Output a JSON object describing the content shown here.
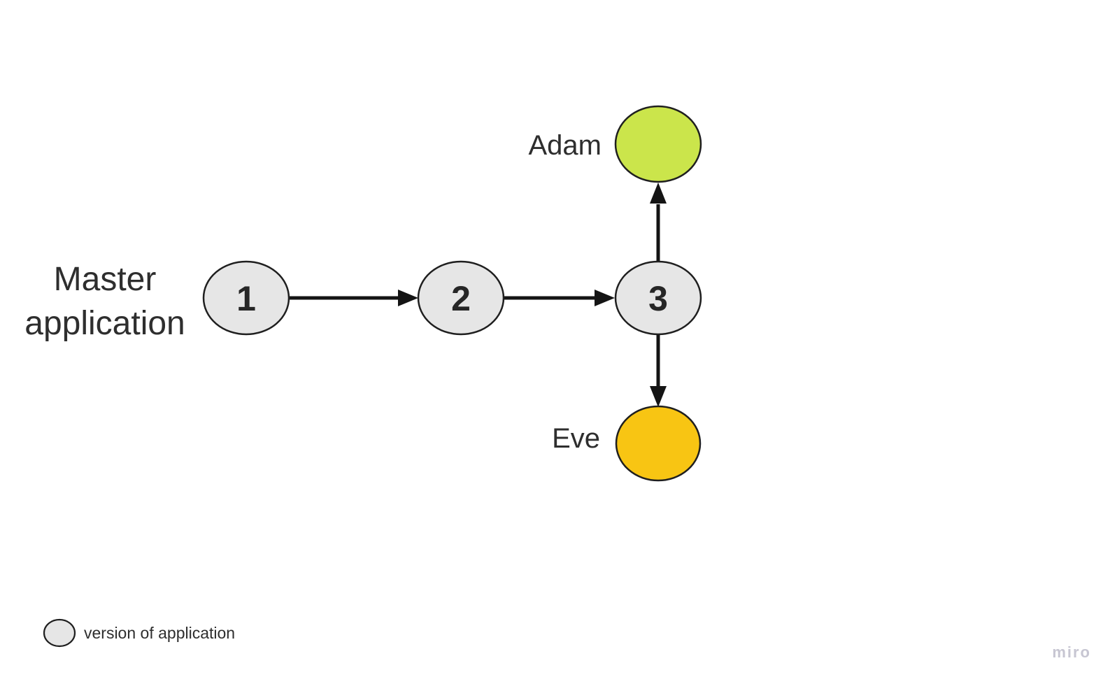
{
  "board": {
    "watermark": "miro"
  },
  "colors": {
    "background": "#ffffff",
    "node_fill": "#e6e6e6",
    "node_stroke": "#1f1f1f",
    "node_label": "#262626",
    "adam_fill": "#cbe54b",
    "eve_fill": "#f8c513",
    "arrow": "#141414",
    "text": "#2e2e2e",
    "watermark_color": "#c7c6d2"
  },
  "diagram": {
    "title": {
      "line1": "Master",
      "line2": "application"
    },
    "nodes": [
      {
        "label": "1"
      },
      {
        "label": "2"
      },
      {
        "label": "3"
      }
    ],
    "branches": {
      "top_label": "Adam",
      "bottom_label": "Eve"
    }
  },
  "legend": {
    "text": "version of application"
  }
}
